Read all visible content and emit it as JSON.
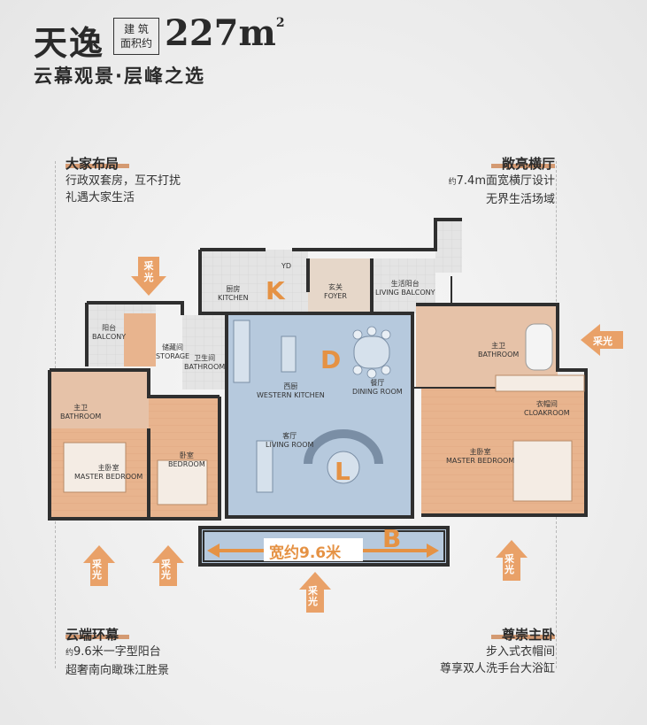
{
  "header": {
    "title": "天逸",
    "area_label_line1": "建 筑",
    "area_label_line2": "面积约",
    "area_value": "227",
    "area_unit": "m",
    "area_unit_sup": "2",
    "subtitle": "云幕观景·层峰之选"
  },
  "annotations": {
    "top_left": {
      "title": "大家布局",
      "lines": [
        "行政双套房，互不打扰",
        "礼遇大家生活"
      ]
    },
    "top_right": {
      "title": "敞亮横厅",
      "prefix": "约",
      "lines": [
        "7.4m面宽横厅设计",
        "无界生活场域"
      ]
    },
    "bottom_left": {
      "title": "云端环幕",
      "prefix": "约",
      "lines": [
        "9.6米一字型阳台",
        "超奢南向瞰珠江胜景"
      ]
    },
    "bottom_right": {
      "title": "尊崇主卧",
      "lines": [
        "步入式衣帽间",
        "尊享双人洗手台大浴缸"
      ]
    }
  },
  "light_label": "采光",
  "light_top": "采\n光",
  "badges": {
    "k": "K",
    "d": "D",
    "l": "L",
    "b": "B"
  },
  "balcony_width_label": "宽约9.6米",
  "rooms": {
    "kitchen": "厨房\nKITCHEN",
    "yd": "YD",
    "foyer": "玄关\nFOYER",
    "living_balcony": "生活阳台\nLIVING BALCONY",
    "balcony": "阳台\nBALCONY",
    "storage": "储藏间\nSTORAGE",
    "bathroom_small": "卫生间\nBATHROOM",
    "western_kitchen": "西厨\nWESTERN KITCHEN",
    "dining_room": "餐厅\nDINING ROOM",
    "living_room": "客厅\nLIVING ROOM",
    "master_bath_left": "主卫\nBATHROOM",
    "master_bed_left": "主卧室\nMASTER BEDROOM",
    "bedroom": "卧室\nBEDROOM",
    "master_bath_right": "主卫\nBATHROOM",
    "cloakroom": "衣帽间\nCLOAKROOM",
    "master_bed_right": "主卧室\nMASTER BEDROOM"
  },
  "colors": {
    "accent": "#e59244",
    "peach": "#e8b08a",
    "blue": "#b4c8dd",
    "wall": "#2f2f2f"
  }
}
